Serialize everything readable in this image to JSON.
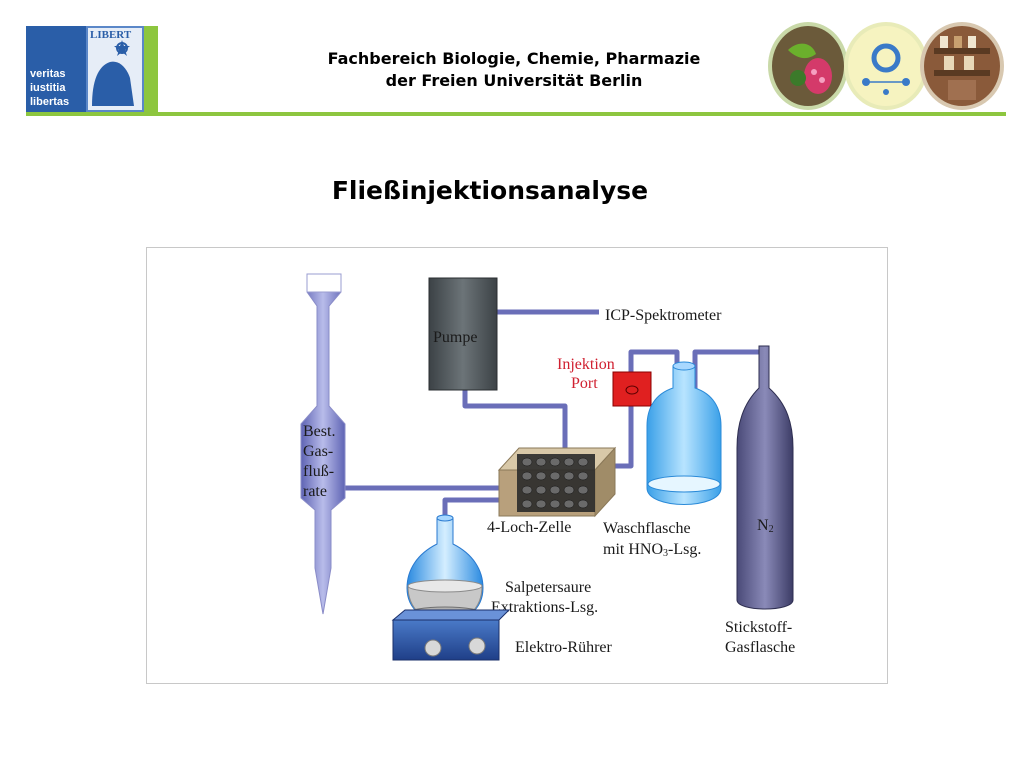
{
  "header": {
    "logo_lines": [
      "veritas",
      "iustitia",
      "libertas"
    ],
    "logo_word": "LIBERT",
    "title_line1": "Fachbereich Biologie, Chemie, Pharmazie",
    "title_line2": "der Freien Universität Berlin"
  },
  "page": {
    "title": "Fließinjektionsanalyse"
  },
  "diagram": {
    "pump": "Pumpe",
    "spectrometer": "ICP-Spektrometer",
    "injection_port_line1": "Injektion",
    "injection_port_line2": "Port",
    "flow_meter_line1": "Best.",
    "flow_meter_line2": "Gas-",
    "flow_meter_line3": "fluß-",
    "flow_meter_line4": "rate",
    "cell": "4-Loch-Zelle",
    "wash_bottle_line1": "Waschflasche",
    "wash_bottle_line2_a": "mit HNO",
    "wash_bottle_line2_sub": "3",
    "wash_bottle_line2_b": "-Lsg.",
    "nitrogen": "N",
    "nitrogen_sub": "2",
    "acid_line1": "Salpetersaure",
    "acid_line2": "Extraktions-Lsg.",
    "stirrer": "Elektro-Rührer",
    "gas_cylinder_line1": "Stickstoff-",
    "gas_cylinder_line2": "Gasflasche"
  }
}
